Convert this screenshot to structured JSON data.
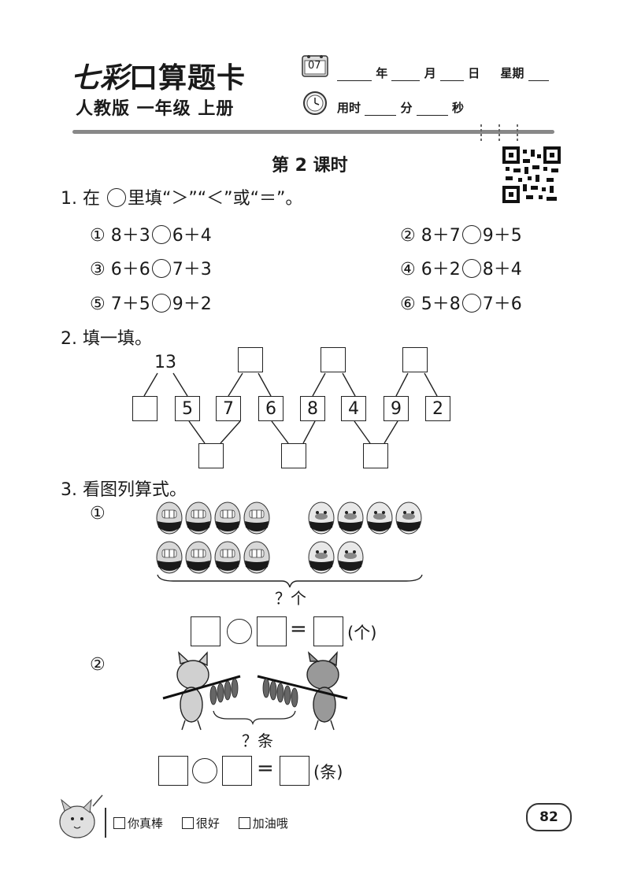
{
  "header": {
    "brand_mark": "七彩",
    "brand_text": "口算题卡",
    "edition": "人教版  一年级  上册",
    "calendar_day": "07",
    "date_year": "年",
    "date_month": "月",
    "date_day": "日",
    "date_week": "星期",
    "time_label": "用时",
    "time_min": "分",
    "time_sec": "秒"
  },
  "lesson_title": "第 2 课时",
  "q1": {
    "title": "1.  在",
    "title_rest": "里填“＞”“＜”或“＝”。",
    "items": [
      {
        "num": "①",
        "left": "8＋3",
        "right": "6＋4"
      },
      {
        "num": "②",
        "left": "8＋7",
        "right": "9＋5"
      },
      {
        "num": "③",
        "left": "6＋6",
        "right": "7＋3"
      },
      {
        "num": "④",
        "left": "6＋2",
        "right": "8＋4"
      },
      {
        "num": "⑤",
        "left": "7＋5",
        "right": "9＋2"
      },
      {
        "num": "⑥",
        "left": "5＋8",
        "right": "7＋6"
      }
    ]
  },
  "q2": {
    "title": "2.  填一填。",
    "top_number": "13",
    "middle_values": [
      "",
      "5",
      "7",
      "6",
      "8",
      "4",
      "9",
      "2"
    ]
  },
  "q3": {
    "title": "3.  看图列算式。",
    "part1_num": "①",
    "part1_question": "？个",
    "part1_unit": "(个)",
    "part2_num": "②",
    "part2_question": "？条",
    "part2_unit": "(条)"
  },
  "footer": {
    "rating1": "你真棒",
    "rating2": "很好",
    "rating3": "加油哦",
    "page_number": "82"
  }
}
